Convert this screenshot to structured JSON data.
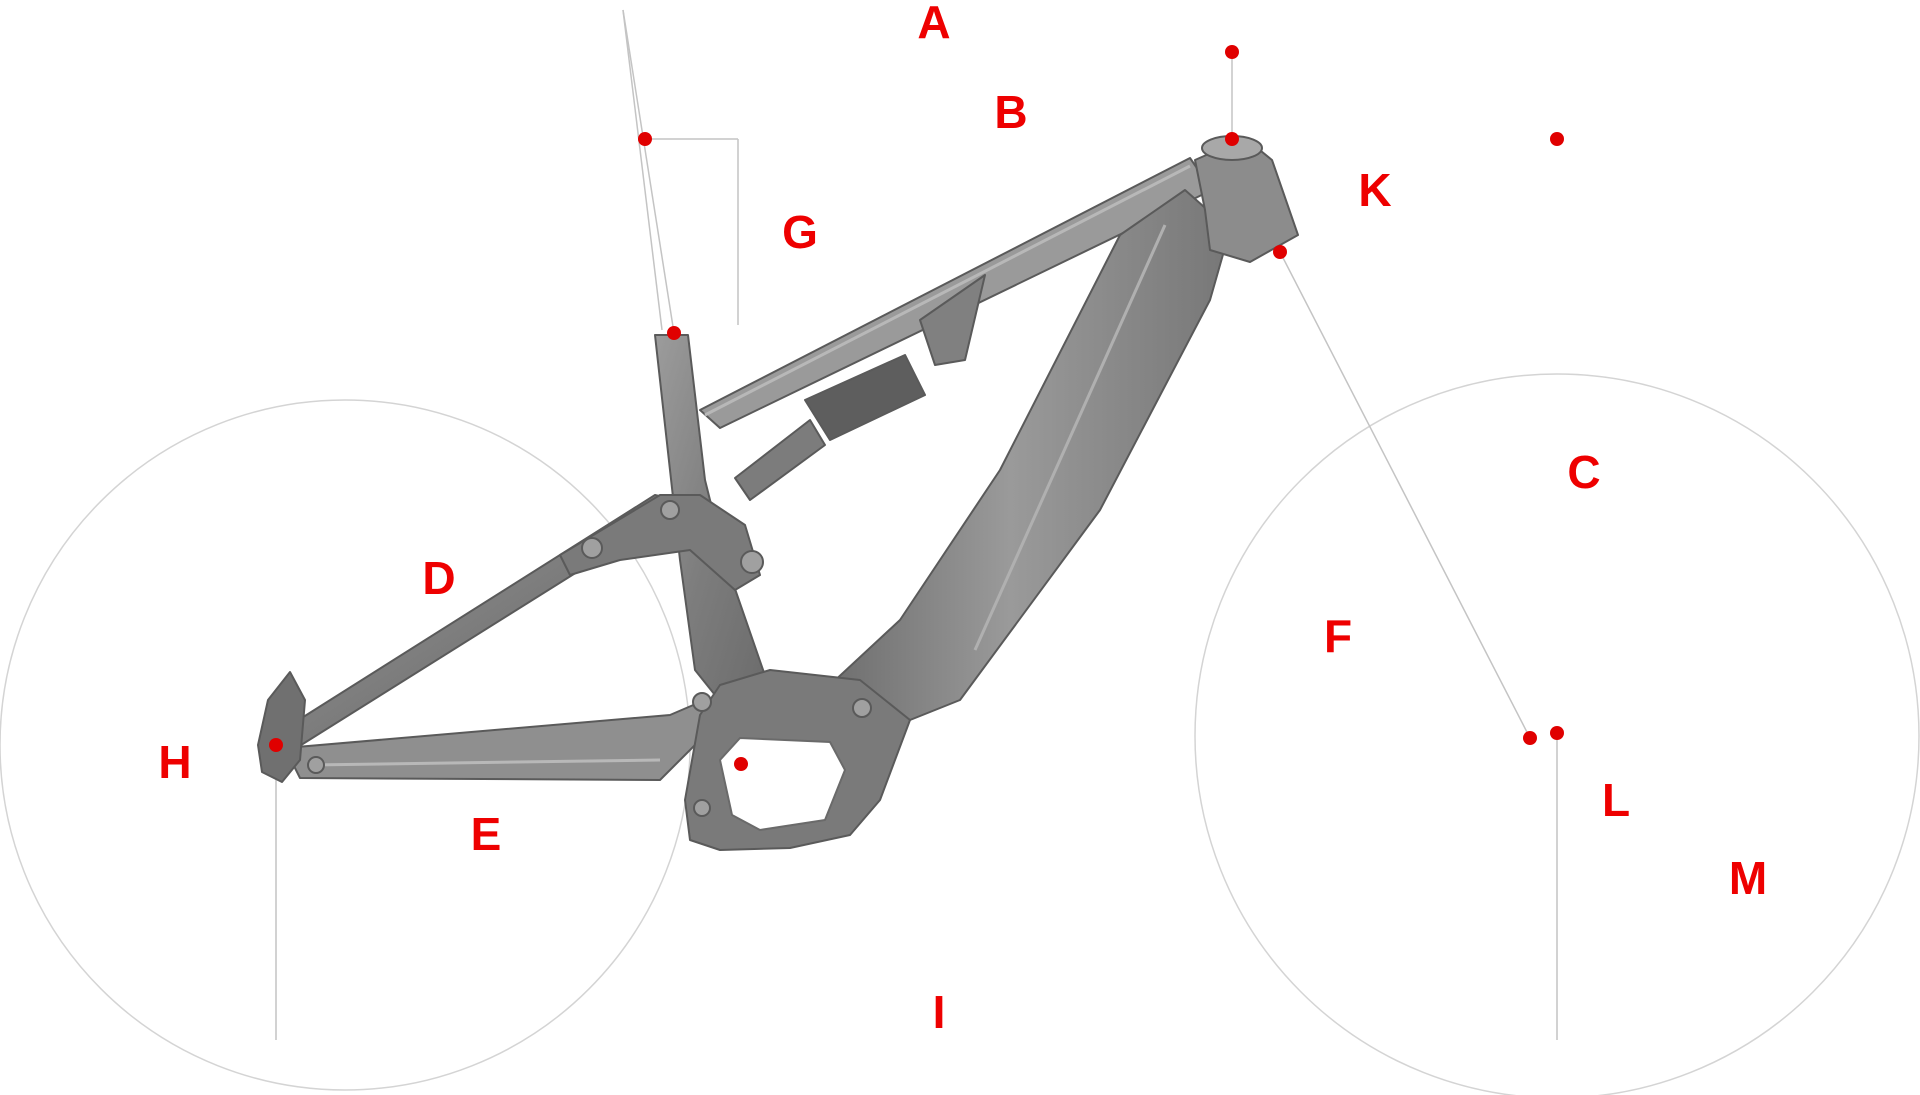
{
  "diagram": {
    "labels": [
      "A",
      "B",
      "C",
      "D",
      "E",
      "F",
      "G",
      "H",
      "I",
      "K",
      "L",
      "M"
    ]
  },
  "colors": {
    "label": "#ee0000",
    "point": "#e00000",
    "frame_fill": "#8a8a8a",
    "frame_stroke": "#5a5a5a",
    "frame_highlight": "#b8b8b8",
    "guide_line": "#c4c4c4"
  }
}
